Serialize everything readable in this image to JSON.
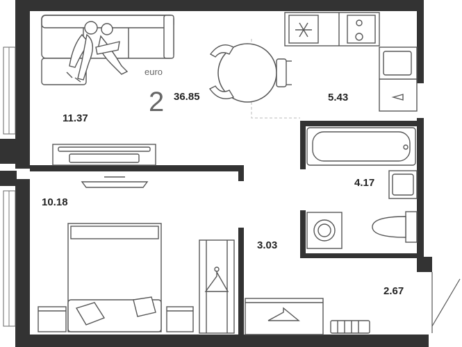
{
  "plan": {
    "currency_label": "euro",
    "rooms_count": "2",
    "total_area": "36.85",
    "areas": {
      "living": "11.37",
      "kitchen": "5.43",
      "bathroom": "4.17",
      "bedroom": "10.18",
      "hallway": "3.03",
      "entrance": "2.67"
    }
  }
}
